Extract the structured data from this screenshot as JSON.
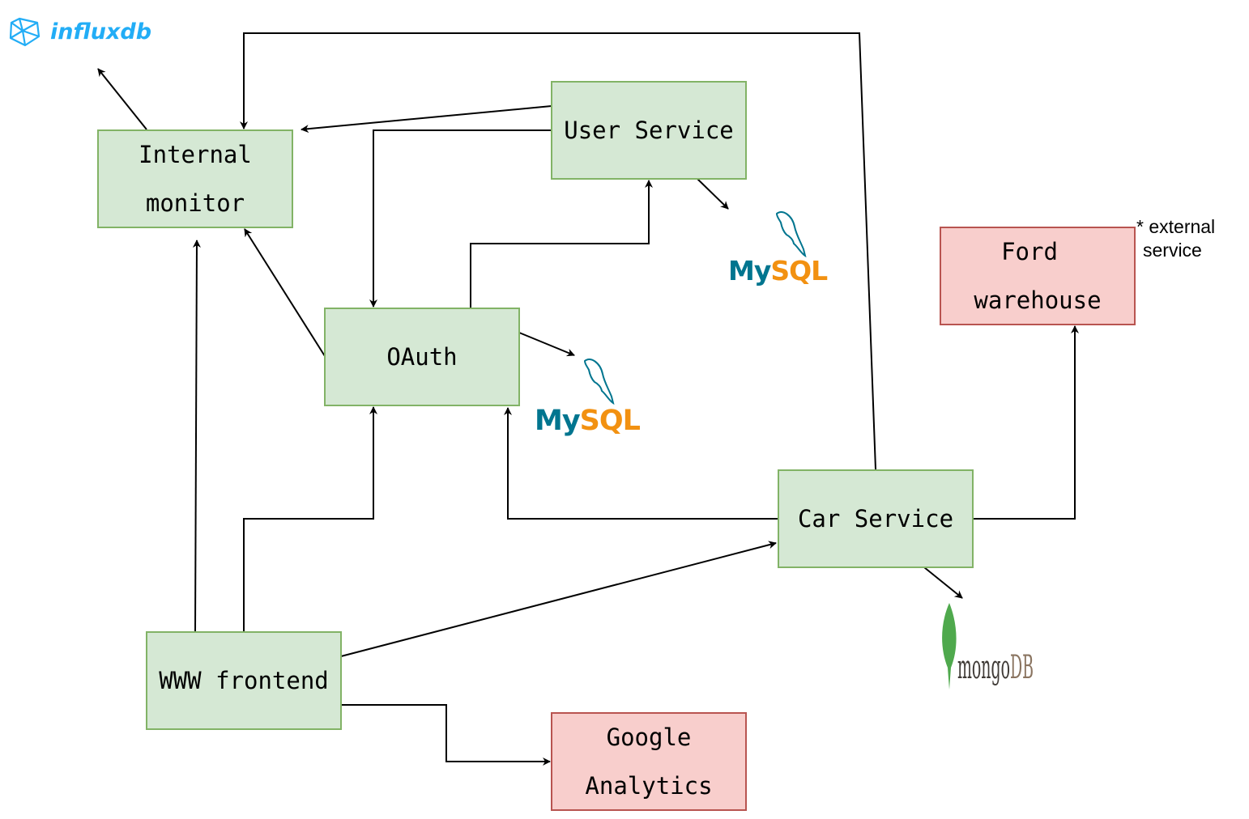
{
  "logos": {
    "influx": "influxdb",
    "mysql_1": "MySQL",
    "mysql_2": "MySQL",
    "mongo": "mongoDB"
  },
  "nodes": {
    "internal_monitor": {
      "line1": "Internal",
      "line2": "monitor"
    },
    "user_service": {
      "label": "User Service"
    },
    "oauth": {
      "label": "OAuth"
    },
    "car_service": {
      "label": "Car Service"
    },
    "www_frontend": {
      "label": "WWW frontend"
    },
    "google_analytics": {
      "line1": "Google",
      "line2": "Analytics"
    },
    "ford_warehouse": {
      "line1": "Ford",
      "line2": "warehouse"
    }
  },
  "note": {
    "line1": "* external",
    "line2": "service"
  },
  "colors": {
    "internal_fill": "#d5e8d4",
    "internal_stroke": "#82b366",
    "external_fill": "#f8cecc",
    "external_stroke": "#b85450",
    "influx_blue": "#22adf6",
    "mysql_blue": "#00758f",
    "mysql_orange": "#f29111",
    "mongo_green": "#4fa94d",
    "mongo_brown": "#6b5a4a"
  }
}
